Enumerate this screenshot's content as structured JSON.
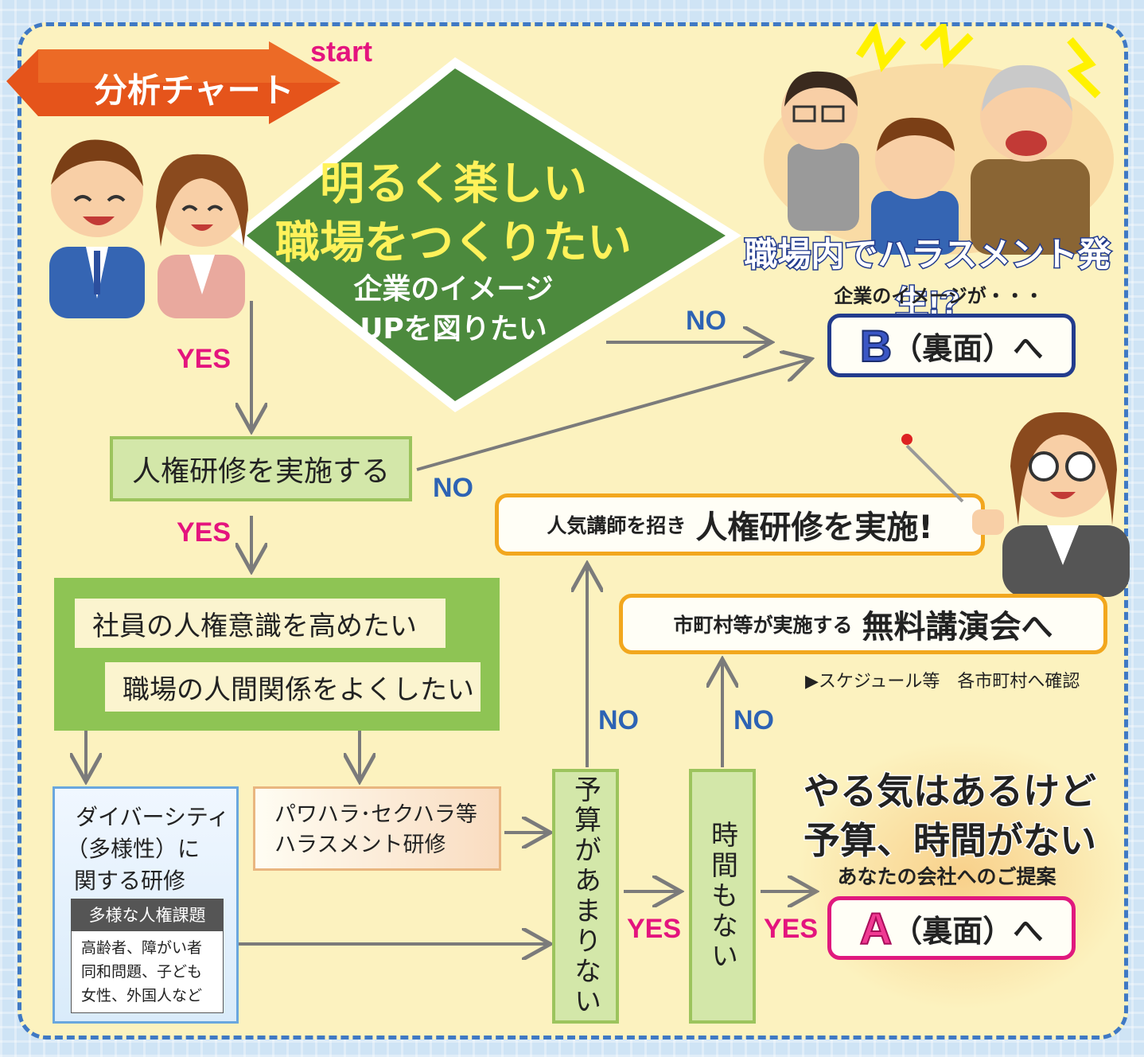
{
  "header": {
    "banner": "分析チャート",
    "start": "start"
  },
  "diamond": {
    "line1": "明るく楽しい",
    "line2": "職場をつくりたい",
    "line3": "企業のイメージ",
    "line4": "UPを図りたい"
  },
  "harassment": {
    "title": "職場内でハラスメント発生!?",
    "subtitle": "企業のイメージが・・・",
    "goto_letter": "B",
    "goto_text": "（裏面）へ"
  },
  "step_training": "人権研修を実施する",
  "labels": {
    "yes": "YES",
    "no": "NO"
  },
  "goals": {
    "goal1": "社員の人権意識を高めたい",
    "goal2": "職場の人間関係をよくしたい"
  },
  "diversity": {
    "line1": "ダイバーシティ",
    "line2": "（多様性）に",
    "line3": "関する研修",
    "topics_header": "多様な人権課題",
    "topic1": "高齢者、障がい者",
    "topic2": "同和問題、子ども",
    "topic3": "女性、外国人など"
  },
  "harass_training": {
    "line1": "パワハラ･セクハラ等",
    "line2": "ハラスメント研修"
  },
  "budget": "予算があまりない",
  "time": "時間もない",
  "popular": {
    "small": "人気講師を招き",
    "big": "人権研修を実施!"
  },
  "free": {
    "small": "市町村等が実施する",
    "big": "無料講演会へ"
  },
  "schedule_note": "▶スケジュール等　各市町村へ確認",
  "proposal": {
    "title1": "やる気はあるけど",
    "title2": "予算、時間がない",
    "subtitle": "あなたの会社へのご提案",
    "goto_letter": "A",
    "goto_text": "（裏面）へ"
  },
  "colors": {
    "panel_bg": "#fcf2bf",
    "panel_border": "#3f79c4",
    "diamond": "#4c8a3d",
    "banner": "#e5541b",
    "yes": "#e4147e",
    "no": "#2d63b4",
    "box_green": "#d3e7a9",
    "a_border": "#e0197e",
    "b_border": "#233c8d",
    "orange_border": "#f2a71e"
  }
}
